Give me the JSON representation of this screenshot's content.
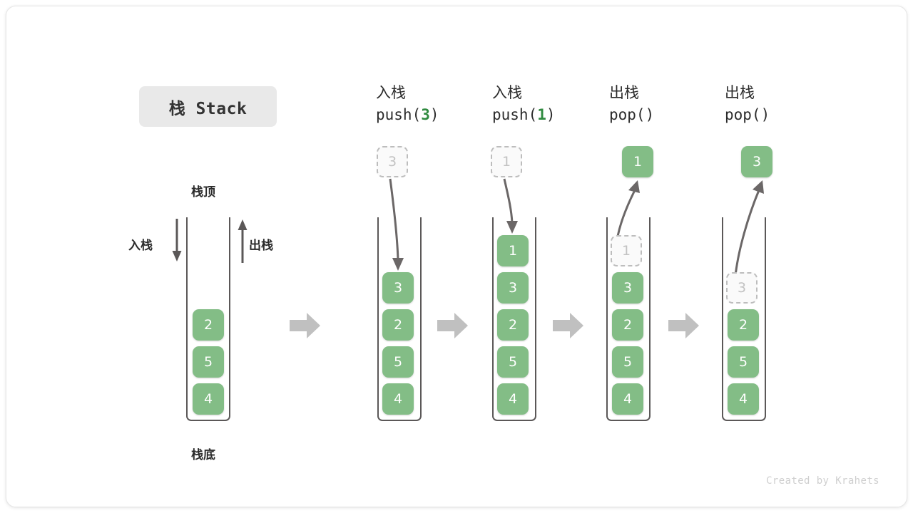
{
  "diagram": {
    "title": "栈 Stack",
    "footer": "Created by Krahets",
    "accent_green": "#83bd86",
    "accent_green_text": "#2f8a3f",
    "outline_gray": "#5b5858",
    "ghost_gray": "#bdbdbd",
    "arrow_gray": "#c0c0c0"
  },
  "legend": {
    "top_label": "栈顶",
    "bottom_label": "栈底",
    "push_label": "入栈",
    "pop_label": "出栈"
  },
  "stages": [
    {
      "id": "initial",
      "head_cn": "",
      "head_code": "",
      "code_arg": "",
      "stack": [
        "2",
        "5",
        "4"
      ],
      "ghost_in_stack": null,
      "floating_node": null,
      "floating_node_style": null
    },
    {
      "id": "push-3",
      "head_cn": "入栈",
      "head_code_prefix": "push(",
      "code_arg": "3",
      "head_code_suffix": ")",
      "stack": [
        "3",
        "2",
        "5",
        "4"
      ],
      "ghost_in_stack": null,
      "floating_node": "3",
      "floating_node_style": "ghost"
    },
    {
      "id": "push-1",
      "head_cn": "入栈",
      "head_code_prefix": "push(",
      "code_arg": "1",
      "head_code_suffix": ")",
      "stack": [
        "1",
        "3",
        "2",
        "5",
        "4"
      ],
      "ghost_in_stack": null,
      "floating_node": "1",
      "floating_node_style": "ghost"
    },
    {
      "id": "pop-1",
      "head_cn": "出栈",
      "head_code_prefix": "pop(",
      "code_arg": "",
      "head_code_suffix": ")",
      "stack": [
        "3",
        "2",
        "5",
        "4"
      ],
      "ghost_in_stack": "1",
      "floating_node": "1",
      "floating_node_style": "filled"
    },
    {
      "id": "pop-3",
      "head_cn": "出栈",
      "head_code_prefix": "pop(",
      "code_arg": "",
      "head_code_suffix": ")",
      "stack": [
        "2",
        "5",
        "4"
      ],
      "ghost_in_stack": "3",
      "floating_node": "3",
      "floating_node_style": "filled"
    }
  ]
}
